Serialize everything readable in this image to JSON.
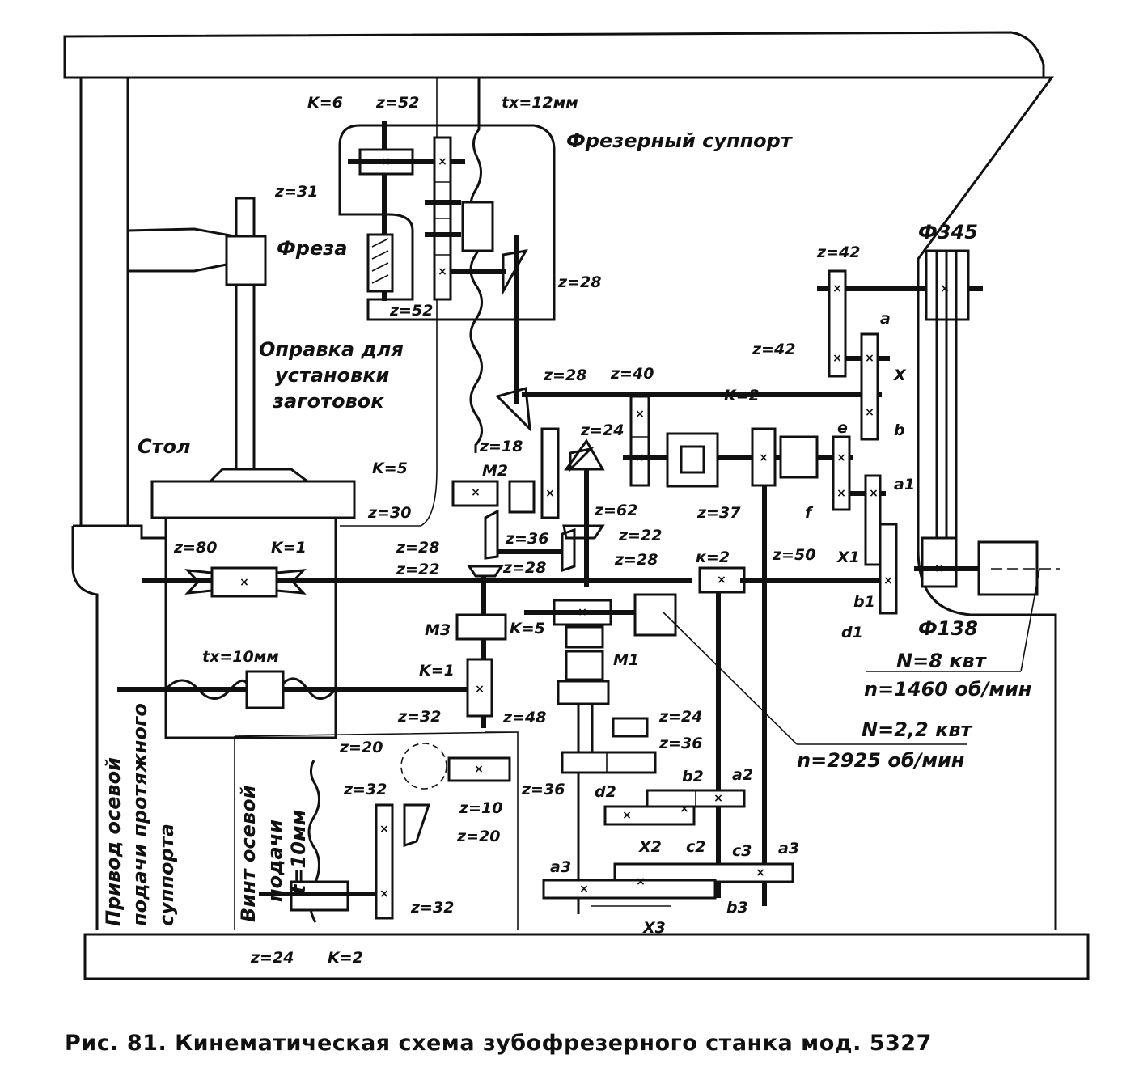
{
  "figure": {
    "caption": "Рис. 81. Кинематическая схема зубофрезерного станка мод. 5327"
  },
  "units": {
    "cutter_support": "Фрезерный суппорт",
    "cutter": "Фреза",
    "workpiece_arbor": [
      "Оправка для",
      "установки",
      "заготовок"
    ],
    "table": "Стол",
    "broaching_drive": [
      "Привод осевой",
      "подачи протяжного",
      "суппорта"
    ],
    "axial_screw": [
      "Винт осевой",
      "подачи",
      "t=10мм"
    ]
  },
  "motors": {
    "main": {
      "power": "N=8 квт",
      "speed": "n=1460 об/мин"
    },
    "rapid": {
      "power": "N=2,2 квт",
      "speed": "n=2925 об/мин"
    }
  },
  "pulleys": {
    "large": "Ф345",
    "small": "Ф138"
  },
  "labels": {
    "k6": "K=6",
    "z52_top": "z=52",
    "tx12": "tx=12мм",
    "z31": "z=31",
    "z52_bottom": "z=52",
    "z28_bevel_top": "z=28",
    "z42_top": "z=42",
    "z42_mid": "z=42",
    "a": "a",
    "X": "X",
    "b": "b",
    "z28_mid": "z=28",
    "z40": "z=40",
    "k2_diff": "K=2",
    "z24_bevel": "z=24",
    "z18": "z=18",
    "M2": "M2",
    "k5_upper": "K=5",
    "z30": "z=30",
    "z62": "z=62",
    "z37": "z=37",
    "e": "e",
    "f": "f",
    "a1": "a1",
    "X1": "X1",
    "b1": "b1",
    "d1": "d1",
    "z36_upper": "z=36",
    "z22_right": "z=22",
    "z80": "z=80",
    "k1_table": "K=1",
    "z28_left": "z=28",
    "z22_left": "z=22",
    "z28_lower": "z=28",
    "z28_horiz": "z=28",
    "k2_worm": "к=2",
    "z50": "z=50",
    "M3": "M3",
    "k5_lower": "K=5",
    "M1": "M1",
    "tx10": "tx=10мм",
    "k1_vert": "K=1",
    "z48": "z=48",
    "z32_top": "z=32",
    "z24_small": "z=24",
    "z36_right": "z=36",
    "z20_dash": "z=20",
    "z36_left": "z=36",
    "z10": "z=10",
    "b2": "b2",
    "a2": "a2",
    "d2": "d2",
    "z32_mid": "z=32",
    "z20_bevel": "z=20",
    "X2": "X2",
    "c2": "c2",
    "c3": "c3",
    "a3_right": "a3",
    "a3_left": "a3",
    "b3": "b3",
    "X3": "X3",
    "z32_bottom": "z=32",
    "z24_bottom": "z=24",
    "k2_bottom": "K=2"
  }
}
